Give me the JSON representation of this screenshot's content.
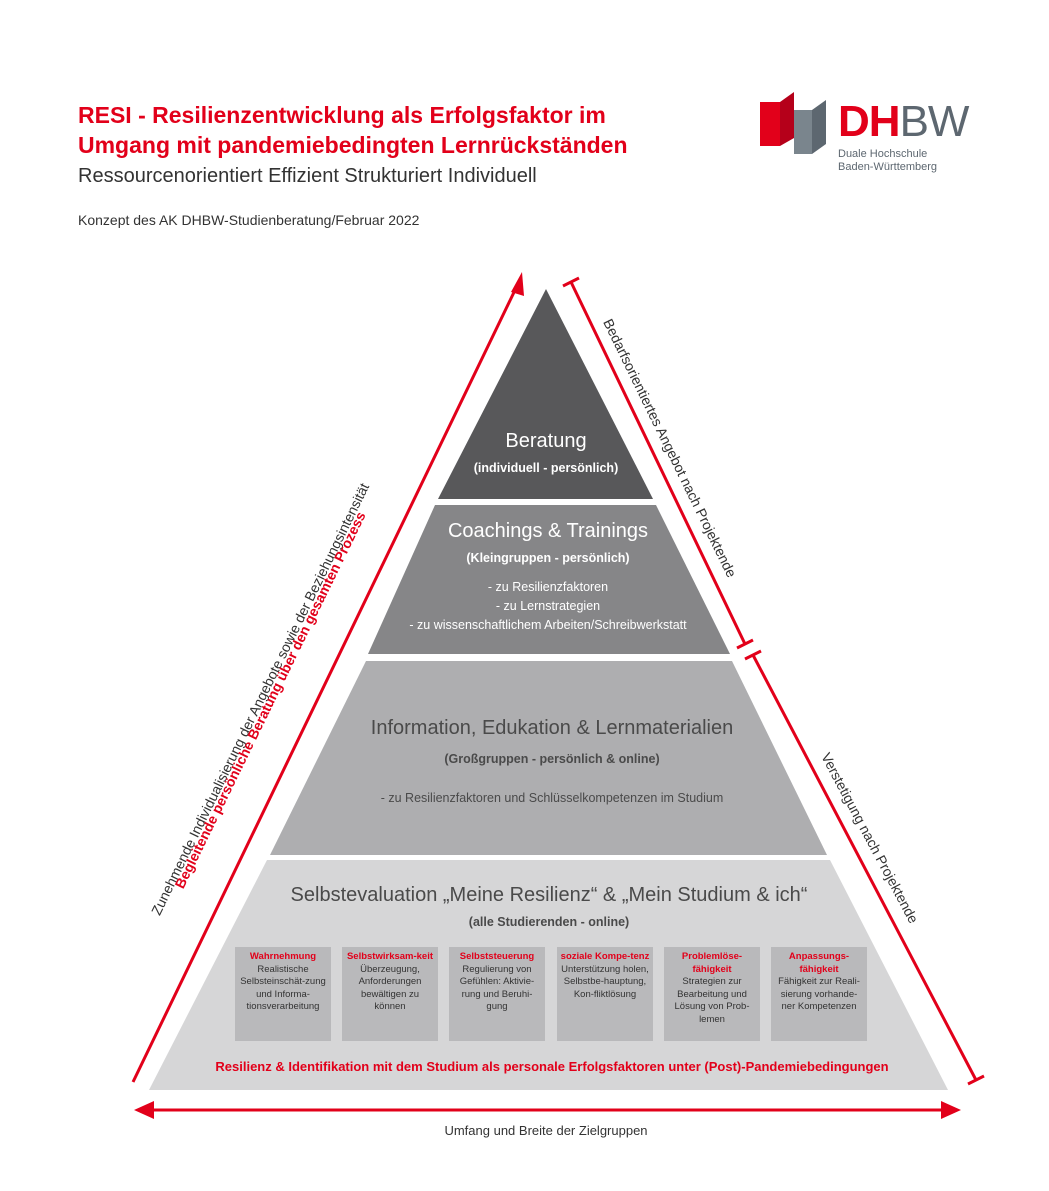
{
  "header": {
    "title_line1": "RESI - Resilienzentwicklung als Erfolgsfaktor im",
    "title_line2": "Umgang mit pandemiebedingten Lernrückständen",
    "subtitle": "Ressourcenorientiert Effizient Strukturiert Individuell",
    "concept": "Konzept des AK DHBW-Studienberatung/Februar 2022"
  },
  "logo": {
    "dh": "DH",
    "bw": "BW",
    "line1": "Duale Hochschule",
    "line2": "Baden-Württemberg"
  },
  "pyramid": {
    "level1": {
      "title": "Beratung",
      "subtitle": "(individuell - persönlich)"
    },
    "level2": {
      "title": "Coachings & Trainings",
      "subtitle": "(Kleingruppen - persönlich)",
      "items": [
        "- zu Resilienzfaktoren",
        "- zu Lernstrategien",
        "- zu wissenschaftlichem Arbeiten/Schreibwerkstatt"
      ]
    },
    "level3": {
      "title": "Information, Edukation & Lernmaterialien",
      "subtitle": "(Großgruppen - persönlich & online)",
      "item": "- zu Resilienzfaktoren und Schlüsselkompetenzen im Studium"
    },
    "level4": {
      "title": "Selbstevaluation „Meine Resilienz“ & „Mein Studium & ich“",
      "subtitle": "(alle Studierenden - online)",
      "boxes": [
        {
          "title": "Wahrnehmung",
          "text": "Realistische Selbsteinschät-zung und Informa-tionsverarbeitung"
        },
        {
          "title": "Selbstwirksam-keit",
          "text": "Überzeugung, Anforderungen bewältigen zu können"
        },
        {
          "title": "Selbststeuerung",
          "text": "Regulierung von Gefühlen: Aktivie-rung und Beruhi-gung"
        },
        {
          "title": "soziale Kompe-tenz",
          "text": "Unterstützung holen, Selbstbe-hauptung, Kon-fliktlösung"
        },
        {
          "title": "Problemlöse-fähigkeit",
          "text": "Strategien zur Bearbeitung und Lösung von Prob-lemen"
        },
        {
          "title": "Anpassungs-fähigkeit",
          "text": "Fähigkeit zur Reali-sierung vorhande-ner Kompetenzen"
        }
      ],
      "footer": "Resilienz & Identifikation mit dem Studium als personale Erfolgsfaktoren unter (Post)-Pandemiebedingungen"
    }
  },
  "side_labels": {
    "left_outer": "Zunehmende Individualisierung der Angebote sowie der Beziehungsintensität",
    "left_inner": "Begleitende persönliche Beratung über den gesamten Prozess",
    "right_upper": "Bedarfsorientiertes Angebot nach Projektende",
    "right_lower": "Verstetigung nach Projektende",
    "bottom": "Umfang und Breite der Zielgruppen"
  },
  "colors": {
    "red": "#e2001a",
    "level1": "#58585a",
    "level2": "#868688",
    "level3": "#aeaeb0",
    "level4": "#d6d6d7",
    "box": "#b9b9bb"
  }
}
